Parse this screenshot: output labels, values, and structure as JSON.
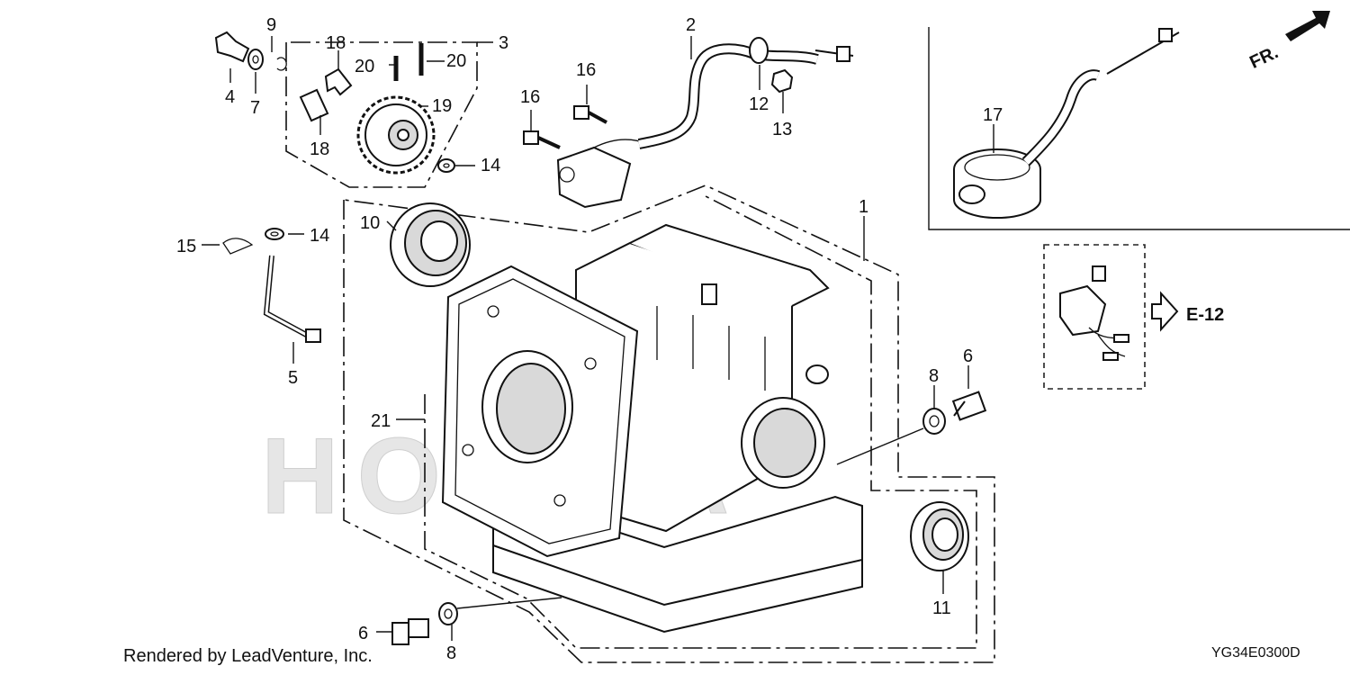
{
  "diagram": {
    "callouts": {
      "c1": "1",
      "c2": "2",
      "c3": "3",
      "c4": "4",
      "c5": "5",
      "c6a": "6",
      "c6b": "6",
      "c7": "7",
      "c8a": "8",
      "c8b": "8",
      "c9": "9",
      "c10": "10",
      "c11": "11",
      "c12": "12",
      "c13": "13",
      "c14a": "14",
      "c14b": "14",
      "c15": "15",
      "c16a": "16",
      "c16b": "16",
      "c17": "17",
      "c18a": "18",
      "c18b": "18",
      "c19": "19",
      "c20a": "20",
      "c20b": "20",
      "c21": "21"
    },
    "ref_label": "E-12",
    "front_label": "FR.",
    "watermark": "HONDA"
  },
  "footer": {
    "rendered_by": "Rendered by LeadVenture, Inc.",
    "diagram_code": "YG34E0300D"
  }
}
